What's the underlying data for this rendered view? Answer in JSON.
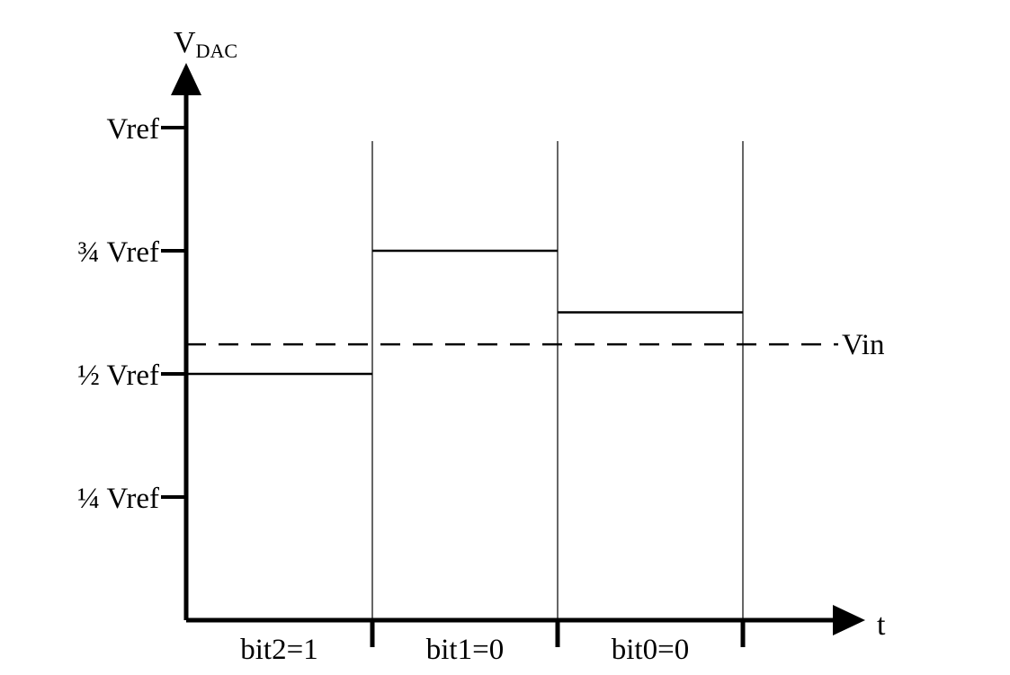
{
  "y_axis": {
    "title": "V",
    "title_subscript": "DAC"
  },
  "x_axis": {
    "title": "t"
  },
  "y_ticks": [
    {
      "label": "Vref",
      "value": 1.0
    },
    {
      "label": "¾ Vref",
      "value": 0.75
    },
    {
      "label": "½ Vref",
      "value": 0.5
    },
    {
      "label": "¼ Vref",
      "value": 0.25
    }
  ],
  "steps": [
    {
      "label": "bit2=1",
      "level": 0.5
    },
    {
      "label": "bit1=0",
      "level": 0.75
    },
    {
      "label": "bit0=0",
      "level": 0.625
    }
  ],
  "vin": {
    "label": "Vin",
    "level": 0.56
  },
  "colors": {
    "line": "#000000",
    "background": "#ffffff"
  }
}
